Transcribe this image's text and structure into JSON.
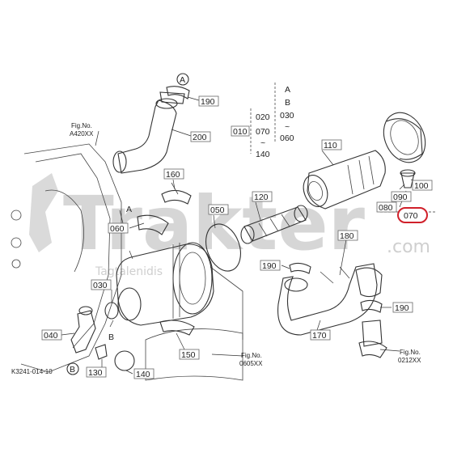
{
  "watermark": {
    "brand": "Trakter",
    "suffix": ".com",
    "tagline": "Tagtalenidis"
  },
  "diagram_code": "K3241-014-10",
  "highlight_color": "#d0202a",
  "parts": {
    "p010": "010",
    "p020": "020",
    "p030a": "030",
    "p030b": "030",
    "p040": "040",
    "p050": "050",
    "p060a": "060",
    "p060b": "060",
    "p070a": "070",
    "p070b": "070",
    "p080": "080",
    "p090": "090",
    "p100": "100",
    "p110": "110",
    "p120": "120",
    "p130": "130",
    "p140a": "140",
    "p140b": "140",
    "p150": "150",
    "p160": "160",
    "p170": "170",
    "p180": "180",
    "p190a": "190",
    "p190b": "190",
    "p190c": "190",
    "p200": "200"
  },
  "variants": {
    "a": "A",
    "b": "B",
    "tilde1": "~",
    "tilde2": "~"
  },
  "fig_refs": [
    {
      "fig": "Fig.No.",
      "code": "A420XX"
    },
    {
      "fig": "Fig.No.",
      "code": "0605XX"
    },
    {
      "fig": "Fig.No.",
      "code": "0212XX"
    }
  ],
  "callouts": {
    "top_a": "A",
    "mid_a": "A",
    "mid_b": "B",
    "bot_b": "B"
  }
}
